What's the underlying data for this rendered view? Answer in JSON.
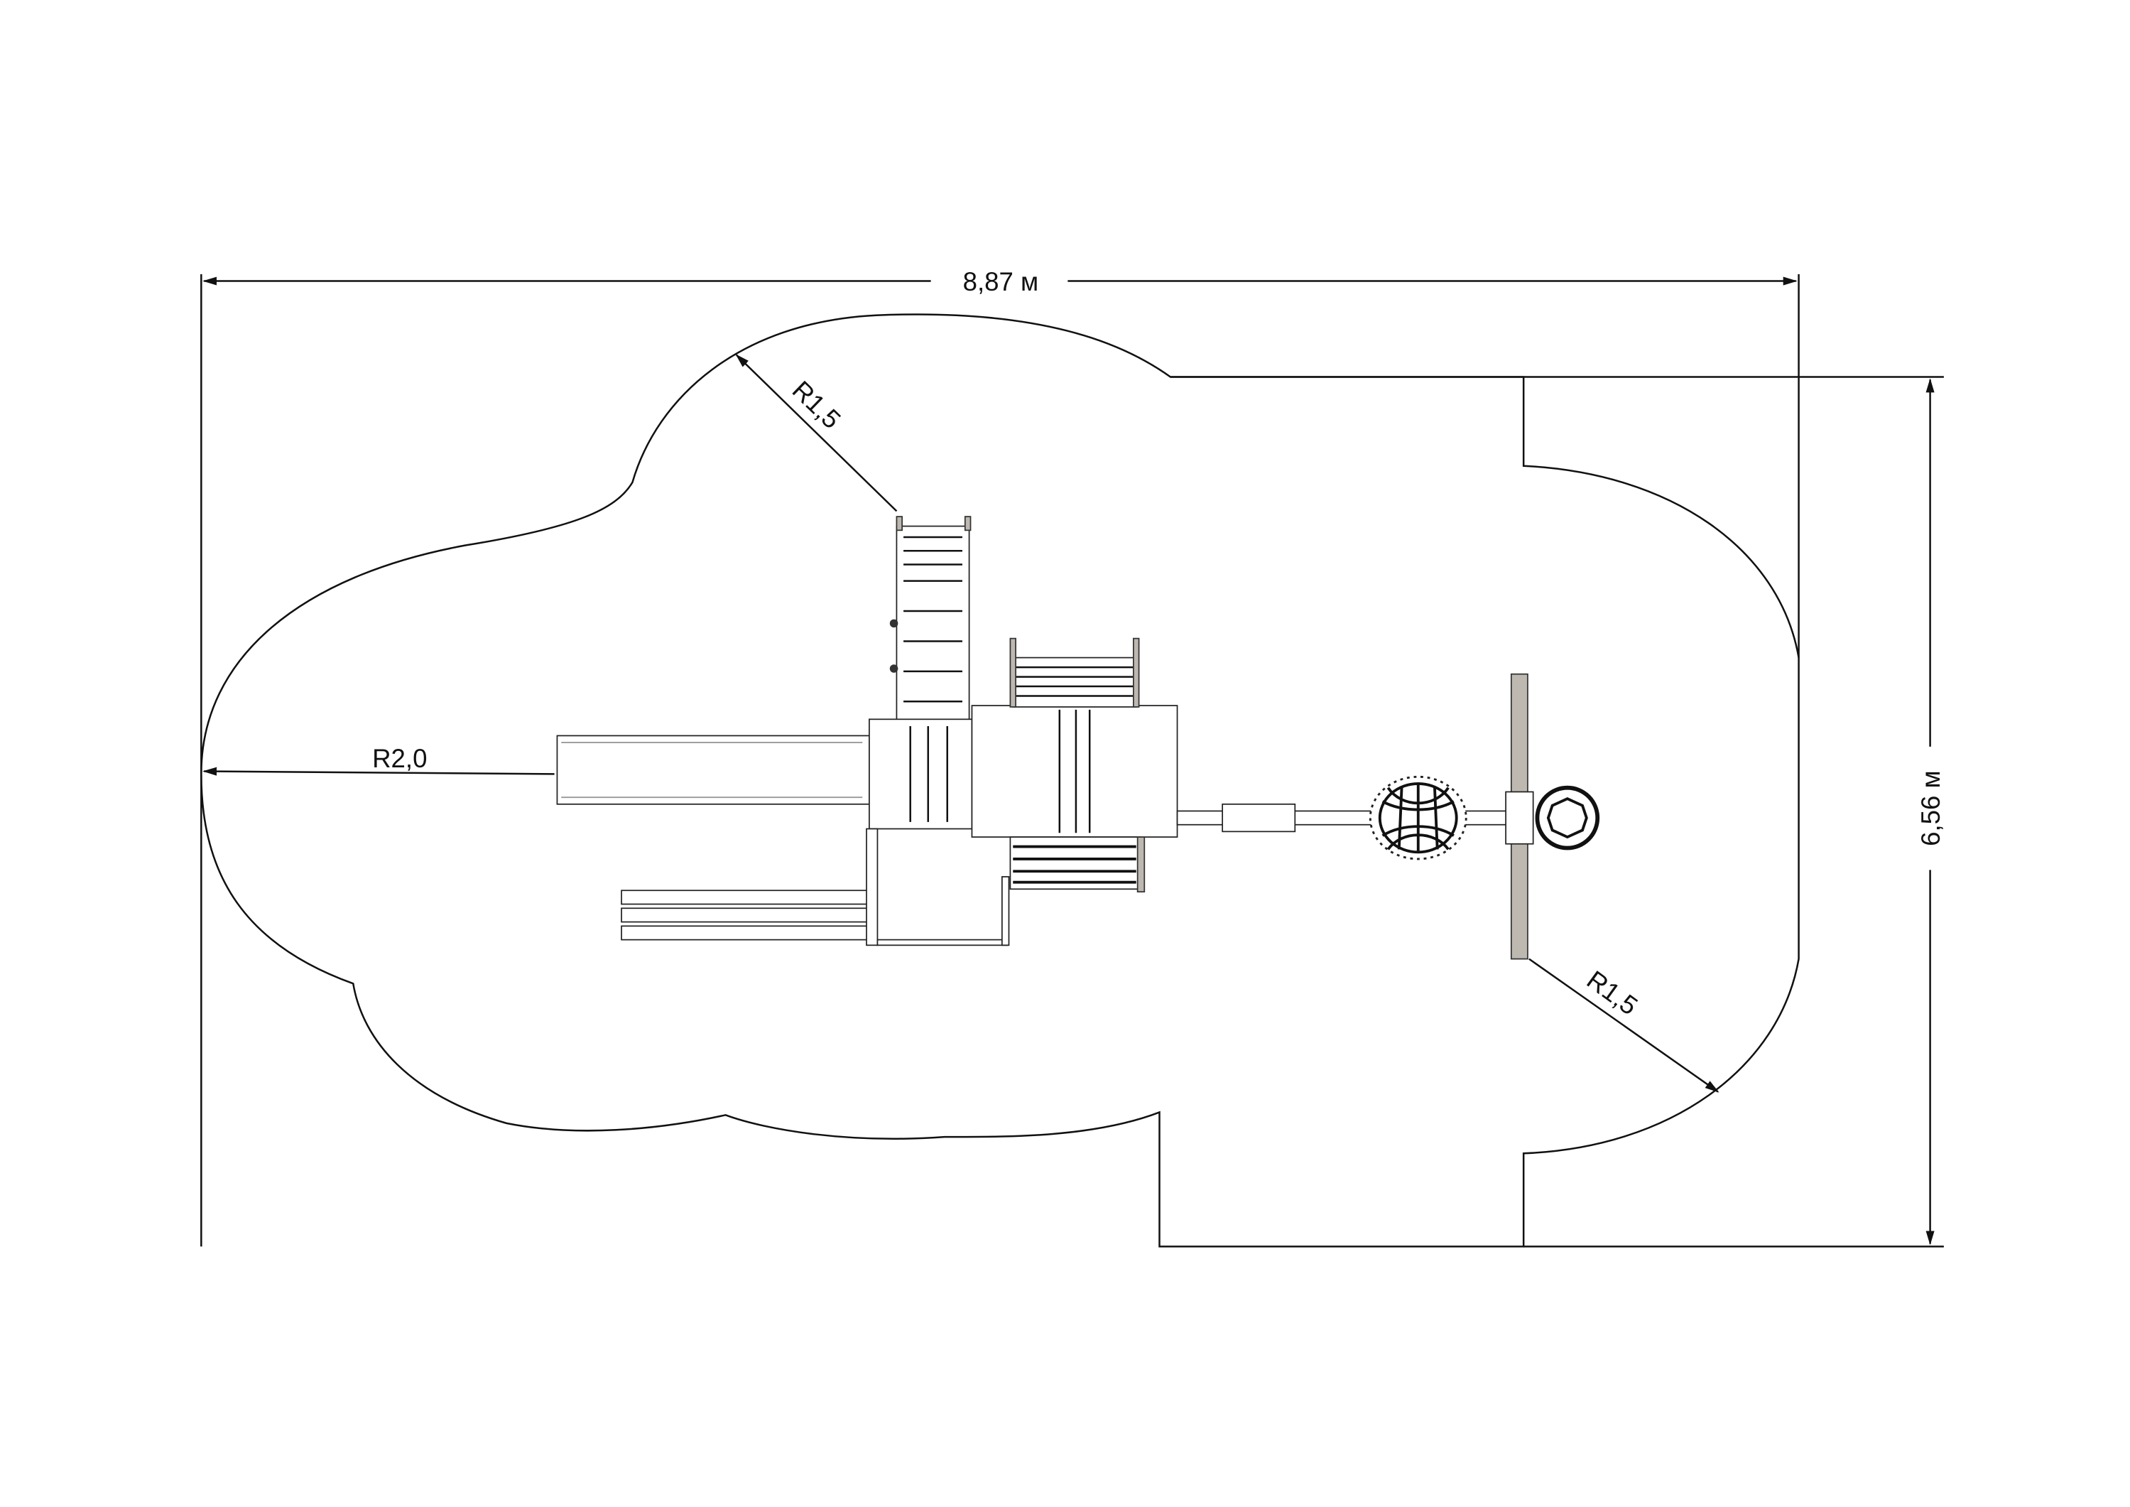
{
  "diagram": {
    "width_label": "8,87 м",
    "height_label": "6,56 м",
    "radius_left_label": "R2,0",
    "radius_top_label": "R1,5",
    "radius_bottom_label": "R1,5"
  },
  "colors": {
    "line": "#111111",
    "area": "#fdfdf9",
    "post": "#bdb8b0"
  }
}
